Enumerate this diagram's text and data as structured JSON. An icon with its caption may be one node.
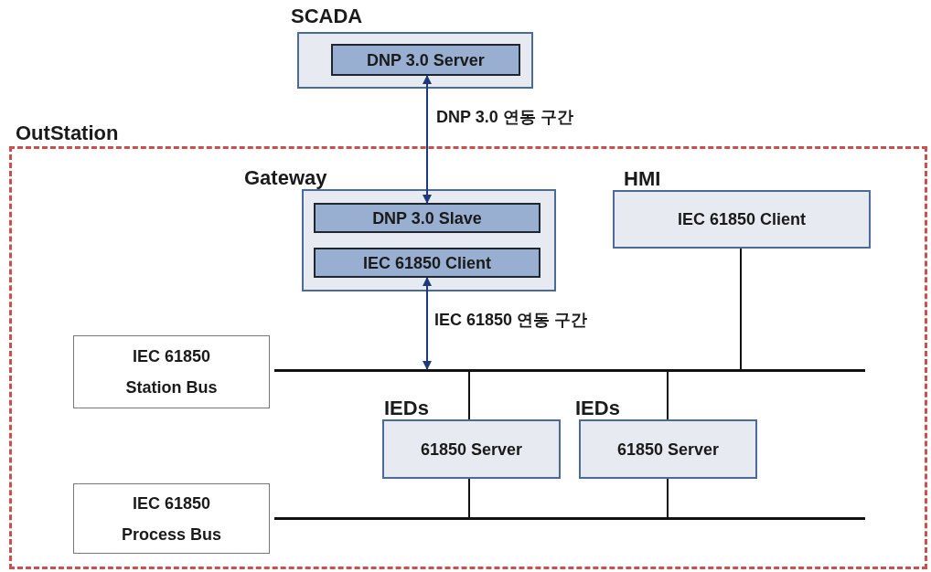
{
  "diagram": {
    "nodes": [
      {
        "text": [
          "SCADA"
        ]
      },
      {
        "text": [
          "DNP 3.0 Server"
        ],
        "in": 0
      },
      {
        "text": [
          "OutStation"
        ]
      },
      {
        "text": [
          "Gateway"
        ],
        "in": 2
      },
      {
        "text": [
          "DNP 3.0 Slave"
        ],
        "in": 3
      },
      {
        "text": [
          "IEC 61850 Client"
        ],
        "in": 3
      },
      {
        "text": [
          "HMI",
          "IEC 61850 Client"
        ],
        "in": 2
      },
      {
        "text": [
          "IEC 61850 Station Bus"
        ],
        "in": 2
      },
      {
        "text": [],
        "shape": "bar",
        "in": 2
      },
      {
        "text": [
          "IEDs",
          "61850 Server"
        ],
        "in": 2
      },
      {
        "text": [
          "IEDs",
          "61850 Server"
        ],
        "in": 2
      },
      {
        "text": [
          "IEC 61850 Process Bus"
        ],
        "in": 2
      },
      {
        "text": [],
        "shape": "bar",
        "in": 2
      }
    ],
    "edges": [
      {
        "from": 1,
        "to": 4,
        "arrow": "both",
        "label": "DNP 3.0 연동 구간",
        "color": "#1f3a78"
      },
      {
        "from": 5,
        "to": 8,
        "arrow": "both",
        "label": "IEC 61850 연동 구간",
        "color": "#1f3a78"
      },
      {
        "from": 6,
        "to": 8,
        "arrow": "none"
      },
      {
        "from": 9,
        "to": 8,
        "arrow": "none"
      },
      {
        "from": 10,
        "to": 8,
        "arrow": "none"
      },
      {
        "from": 9,
        "to": 12,
        "arrow": "none"
      },
      {
        "from": 10,
        "to": 12,
        "arrow": "none"
      }
    ]
  }
}
